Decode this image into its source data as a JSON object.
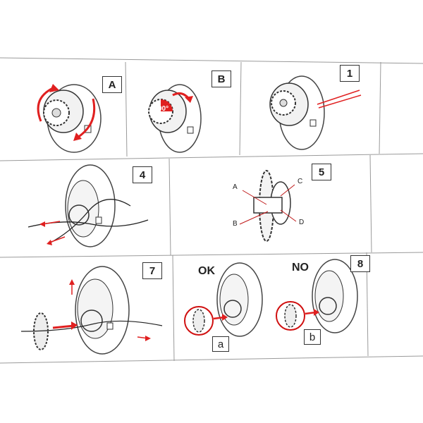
{
  "panels": {
    "a_label": "A",
    "b_label": "B",
    "step1_label": "1",
    "step4_label": "4",
    "step5_label": "5",
    "step7_label": "7",
    "step8_label": "8",
    "rotation_text": "90°"
  },
  "parts": {
    "a": "A",
    "b": "B",
    "c": "C",
    "d": "D"
  },
  "comparison": {
    "ok_label": "OK",
    "no_label": "NO",
    "ok_tag": "a",
    "no_tag": "b"
  },
  "colors": {
    "arrow": "#e02020",
    "line": "#333333",
    "grid": "#9a9a9a",
    "paper": "#ffffff"
  }
}
